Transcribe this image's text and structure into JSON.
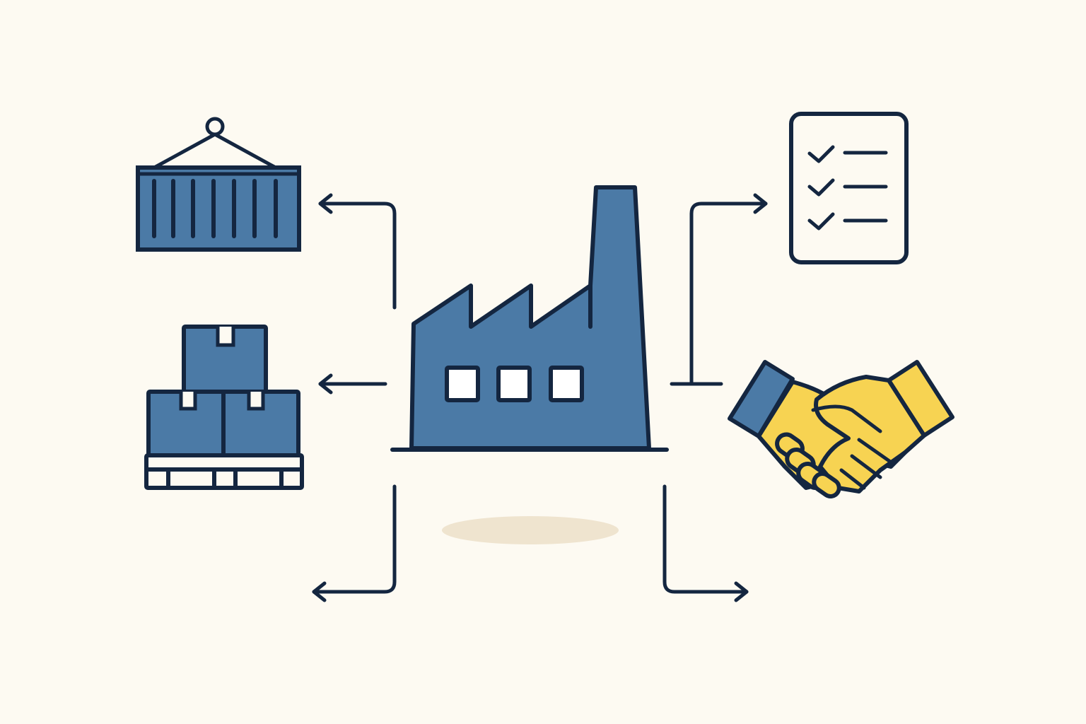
{
  "diagram": {
    "nodes": [
      {
        "id": "factory",
        "icon": "factory-icon"
      },
      {
        "id": "container",
        "icon": "shipping-container-icon"
      },
      {
        "id": "pallet",
        "icon": "pallet-boxes-icon"
      },
      {
        "id": "checklist",
        "icon": "checklist-document-icon"
      },
      {
        "id": "handshake",
        "icon": "handshake-icon"
      }
    ],
    "edges": [
      {
        "from": "factory",
        "to": "container"
      },
      {
        "from": "factory",
        "to": "pallet"
      },
      {
        "from": "factory",
        "to": "checklist"
      },
      {
        "from": "factory",
        "to": "handshake"
      },
      {
        "from": "factory",
        "to": "bottom-left"
      },
      {
        "from": "factory",
        "to": "bottom-right"
      }
    ]
  },
  "colors": {
    "background": "#fdfaf2",
    "ink": "#142640",
    "primary_blue": "#4b7aa6",
    "accent_yellow": "#f7d352",
    "shadow": "#efe4cf"
  }
}
